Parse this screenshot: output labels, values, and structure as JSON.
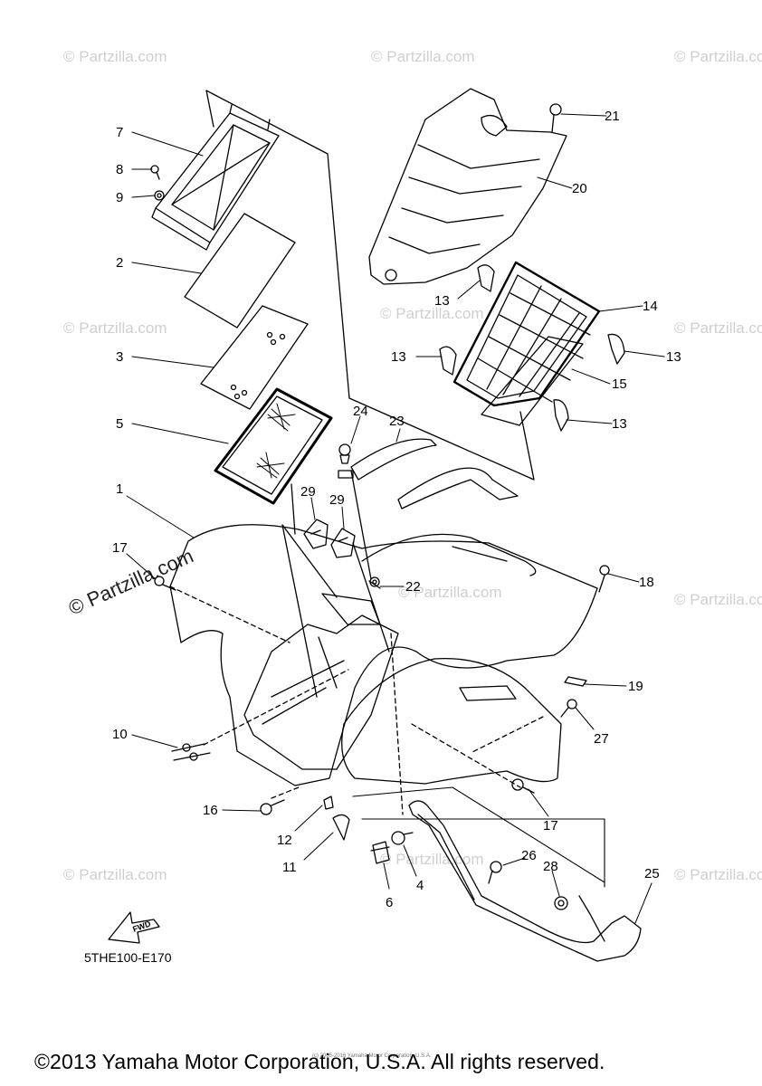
{
  "diagram": {
    "code_label": "5THE100-E170",
    "copyright": "©2013 Yamaha Motor Corporation, U.S.A. All rights reserved.",
    "small_copyright": "(c) 2005-2016 Yamaha Motor Corporation, U.S.A.",
    "watermark_text": "© Partzilla.com",
    "fwd_label": "FWD",
    "callouts": [
      "7",
      "8",
      "9",
      "2",
      "3",
      "5",
      "1",
      "17",
      "10",
      "16",
      "12",
      "11",
      "6",
      "4",
      "21",
      "20",
      "13",
      "14",
      "13",
      "13",
      "15",
      "13",
      "24",
      "23",
      "29",
      "29",
      "22",
      "18",
      "19",
      "27",
      "17",
      "26",
      "28",
      "25"
    ]
  }
}
